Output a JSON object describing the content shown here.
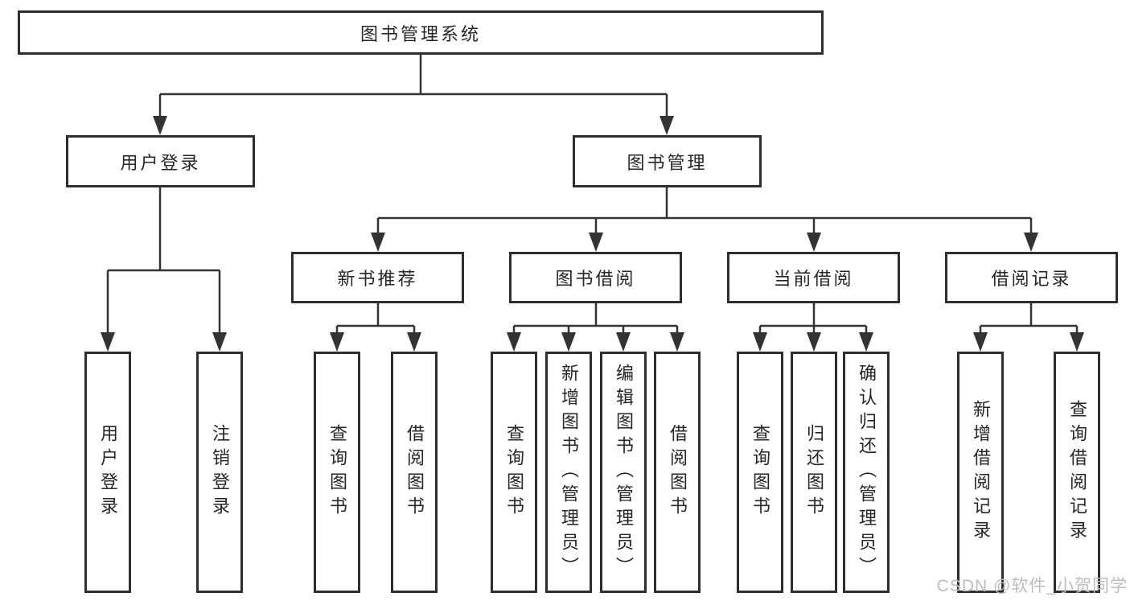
{
  "diagram_type": "hierarchy-tree",
  "colors": {
    "line": "#333333",
    "box_border": "#2e2e2e",
    "text": "#262626",
    "background": "#ffffff",
    "watermark": "#bdbdbd"
  },
  "tree": {
    "label": "图书管理系统",
    "children": [
      {
        "label": "用户登录",
        "children": [
          {
            "label": "用户登录"
          },
          {
            "label": "注销登录"
          }
        ]
      },
      {
        "label": "图书管理",
        "children": [
          {
            "label": "新书推荐",
            "children": [
              {
                "label": "查询图书"
              },
              {
                "label": "借阅图书"
              }
            ]
          },
          {
            "label": "图书借阅",
            "children": [
              {
                "label": "查询图书"
              },
              {
                "label": "新增图书（管理员）"
              },
              {
                "label": "编辑图书（管理员）"
              },
              {
                "label": "借阅图书"
              }
            ]
          },
          {
            "label": "当前借阅",
            "children": [
              {
                "label": "查询图书"
              },
              {
                "label": "归还图书"
              },
              {
                "label": "确认归还（管理员）"
              }
            ]
          },
          {
            "label": "借阅记录",
            "children": [
              {
                "label": "新增借阅记录"
              },
              {
                "label": "查询借阅记录"
              }
            ]
          }
        ]
      }
    ]
  },
  "watermark": {
    "text": "CSDN @软件_小贺同学"
  }
}
